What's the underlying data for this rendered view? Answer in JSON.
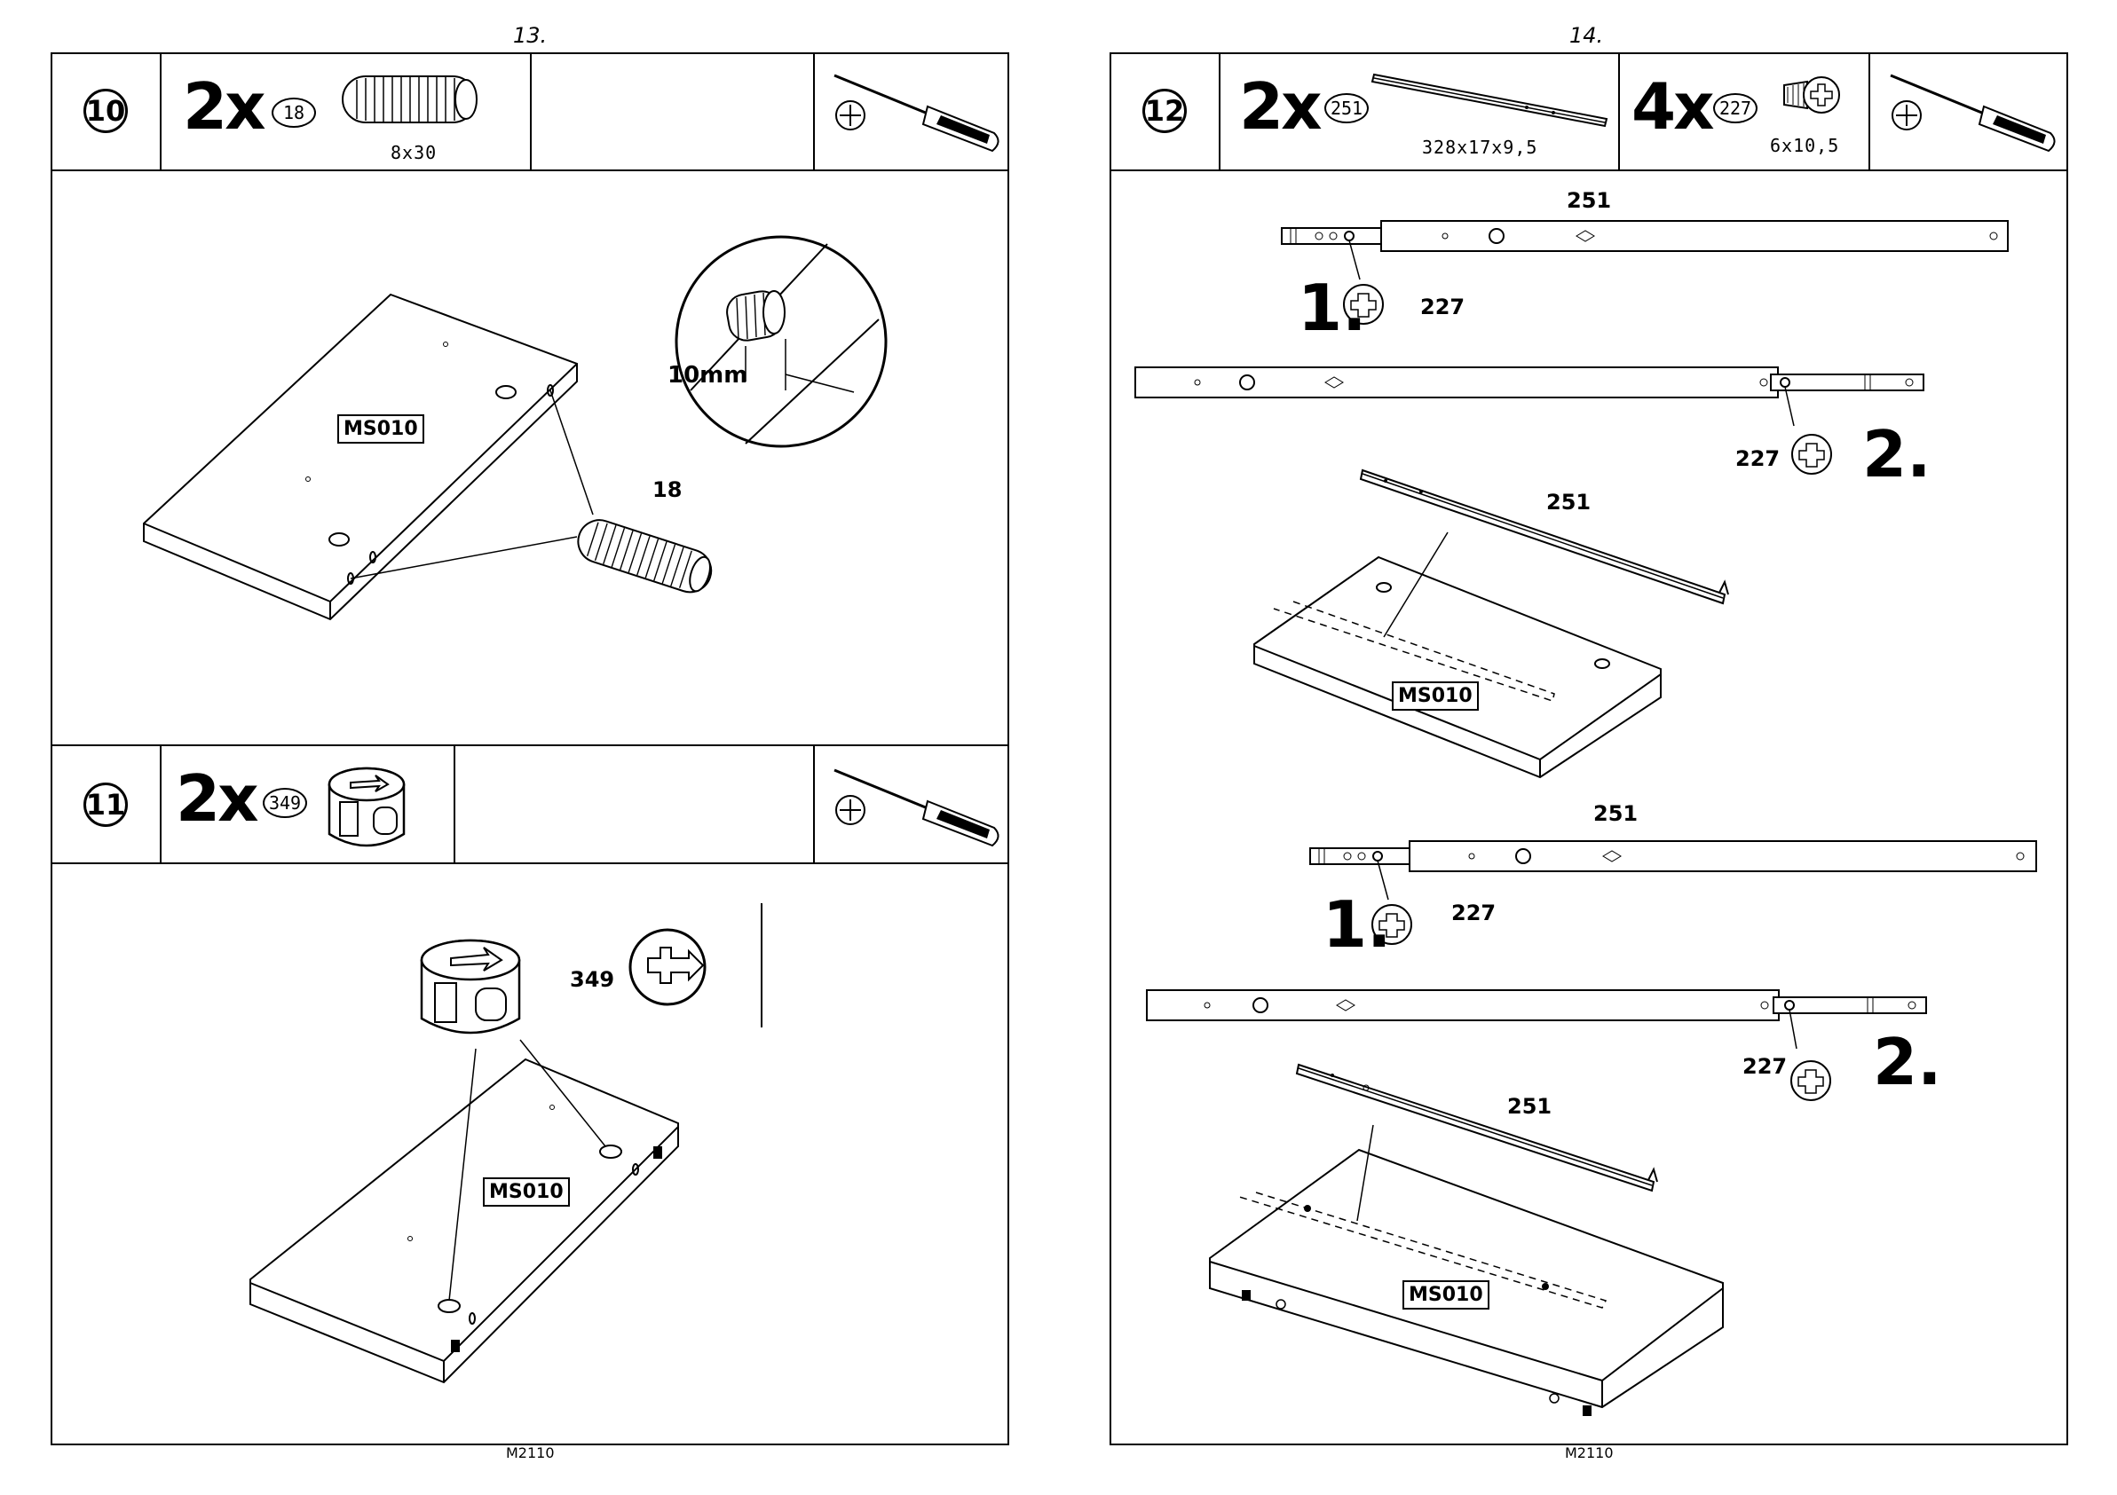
{
  "pages": [
    {
      "page_number": "13.",
      "code": "M2110",
      "steps": [
        {
          "number": "10",
          "quantity": "2x",
          "part": "18",
          "dimension": "8x30",
          "callout_part": "18",
          "callout_measure": "10mm",
          "panel_label": "MS010"
        },
        {
          "number": "11",
          "quantity": "2x",
          "part": "349",
          "callout_part": "349",
          "panel_label": "MS010"
        }
      ]
    },
    {
      "page_number": "14.",
      "code": "M2110",
      "steps": [
        {
          "number": "12",
          "quantity_a": "2x",
          "part_a": "251",
          "dimension_a": "328x17x9,5",
          "quantity_b": "4x",
          "part_b": "227",
          "dimension_b": "6x10,5",
          "rail_label": "251",
          "screw_label": "227",
          "seq_1": "1.",
          "seq_2": "2.",
          "panel_label": "MS010"
        }
      ]
    }
  ],
  "icons": [
    "screwdriver-icon",
    "wooden-dowel-icon",
    "cam-lock-icon",
    "rail-icon",
    "screw-icon"
  ]
}
